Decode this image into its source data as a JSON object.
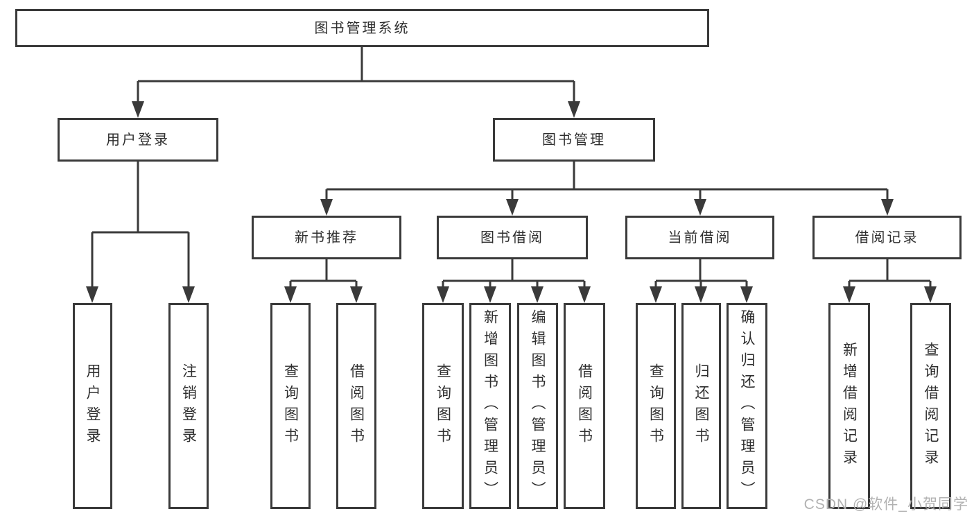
{
  "diagram": {
    "root": {
      "label": "图书管理系统"
    },
    "login": {
      "label": "用户登录",
      "children": [
        {
          "label": "用户登录"
        },
        {
          "label": "注销登录"
        }
      ]
    },
    "management": {
      "label": "图书管理",
      "sections": [
        {
          "label": "新书推荐",
          "children": [
            {
              "label": "查询图书"
            },
            {
              "label": "借阅图书"
            }
          ]
        },
        {
          "label": "图书借阅",
          "children": [
            {
              "label": "查询图书"
            },
            {
              "label": "新增图书（管理员）"
            },
            {
              "label": "编辑图书（管理员）"
            },
            {
              "label": "借阅图书"
            }
          ]
        },
        {
          "label": "当前借阅",
          "children": [
            {
              "label": "查询图书"
            },
            {
              "label": "归还图书"
            },
            {
              "label": "确认归还（管理员）"
            }
          ]
        },
        {
          "label": "借阅记录",
          "children": [
            {
              "label": "新增借阅记录"
            },
            {
              "label": "查询借阅记录"
            }
          ]
        }
      ]
    }
  },
  "watermark": "CSDN @软件_小贺同学",
  "colors": {
    "line": "#3a3a3a",
    "box_border": "#3a3a3a",
    "text": "#2f2f2f",
    "background": "#ffffff",
    "watermark": "#b2b2b2"
  }
}
